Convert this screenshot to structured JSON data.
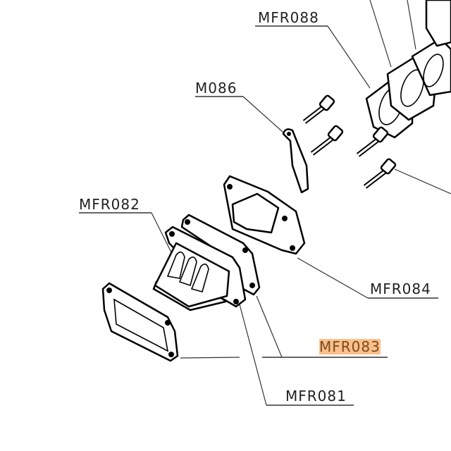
{
  "labels": {
    "mfr088": "MFR088",
    "m086": "M086",
    "mfr082": "MFR082",
    "mfr084": "MFR084",
    "mfr083": "MFR083",
    "mfr081": "MFR081"
  },
  "highlight_color": "#fbbf8a"
}
